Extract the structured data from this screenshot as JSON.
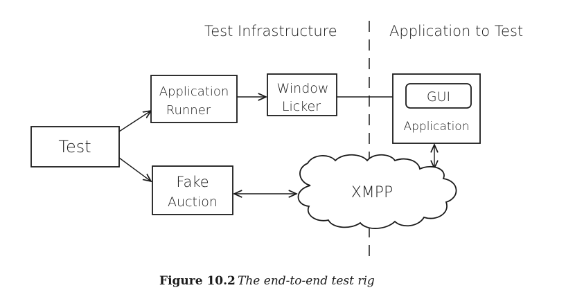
{
  "headers": {
    "left": "Test  Infrastructure",
    "right": "Application to Test"
  },
  "nodes": {
    "test": "Test",
    "app_runner": [
      "Application",
      "Runner"
    ],
    "window_licker": [
      "Window",
      "Licker"
    ],
    "gui": "GUI",
    "application": "Application",
    "fake_auction": [
      "Fake",
      "Auction"
    ],
    "xmpp": "XMPP"
  },
  "caption": {
    "number": "Figure 10.2",
    "text": "The end-to-end test rig"
  }
}
